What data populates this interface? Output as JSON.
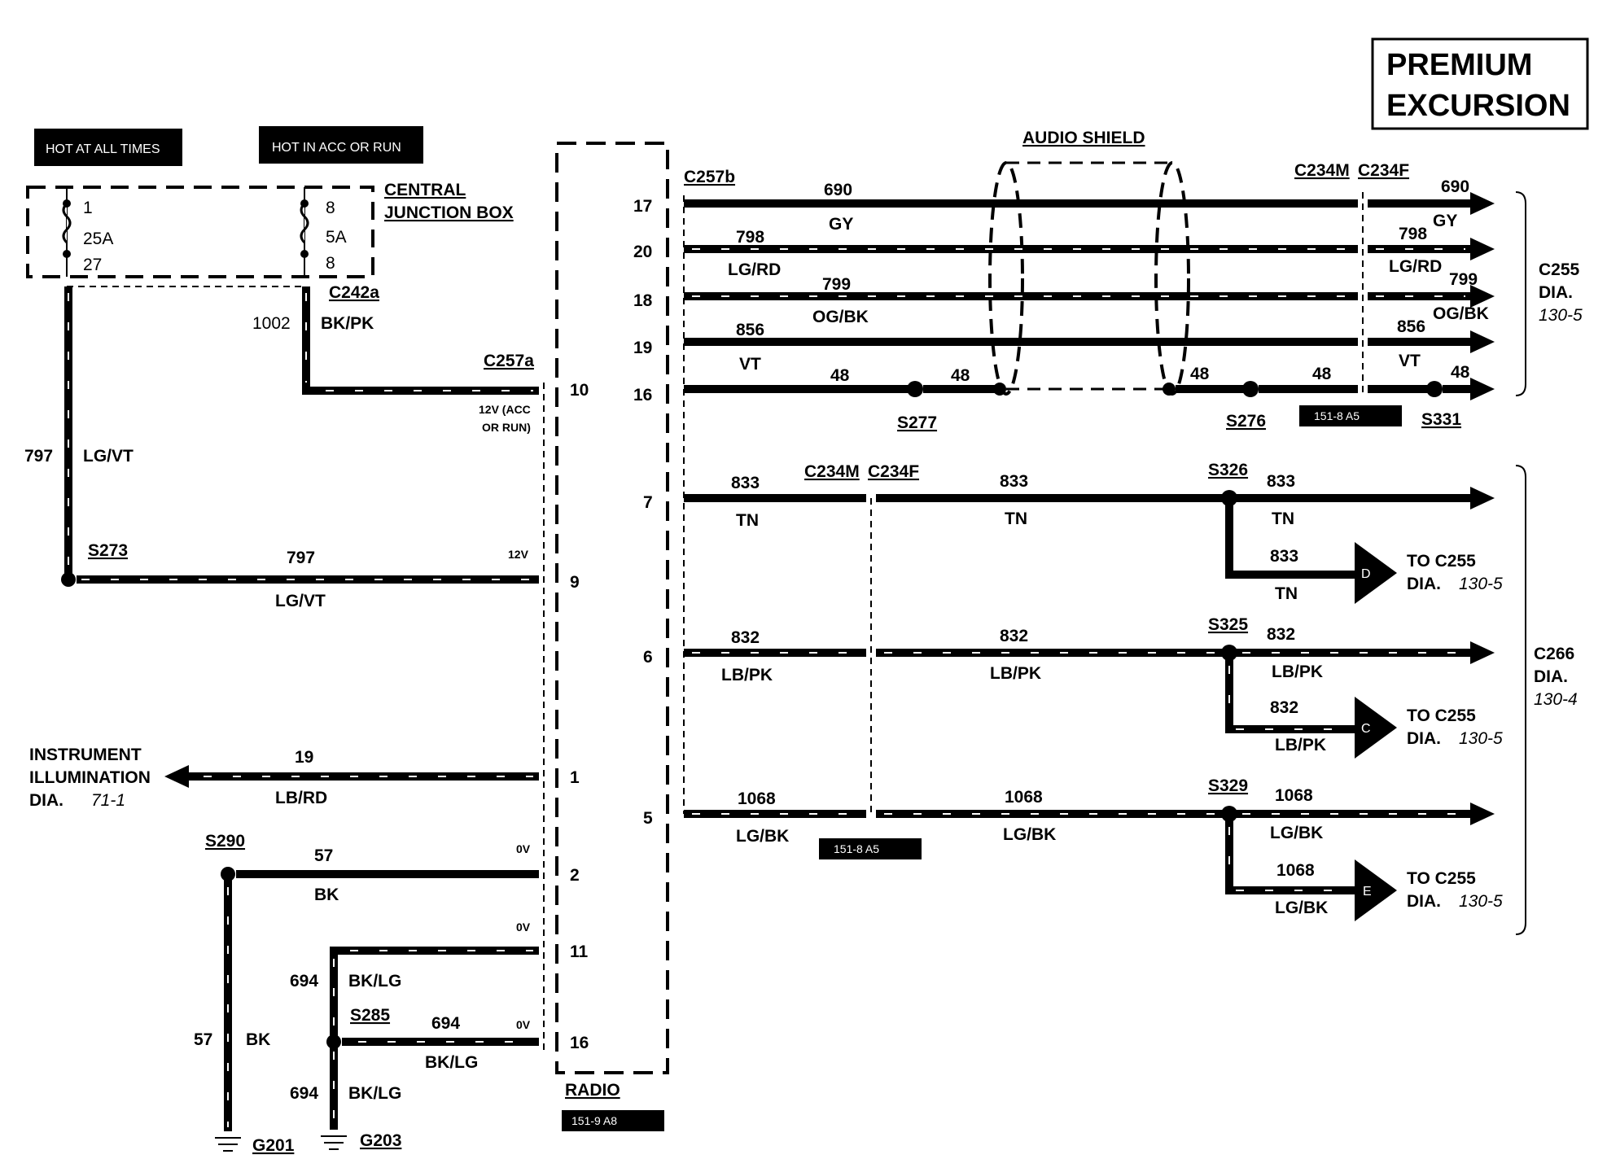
{
  "title": {
    "line1": "PREMIUM",
    "line2": "EXCURSION"
  },
  "power": {
    "hot_all_times": "HOT AT ALL TIMES",
    "hot_acc_run": "HOT IN ACC OR RUN"
  },
  "cjb": {
    "label1": "CENTRAL",
    "label2": "JUNCTION BOX",
    "fuse1": {
      "pin_top": "1",
      "rating": "25A",
      "pin_bottom": "27"
    },
    "fuse2": {
      "pin_top": "8",
      "rating": "5A",
      "pin_bottom": "8"
    }
  },
  "connectors": {
    "c242a": "C242a",
    "c257a": "C257a",
    "c257b": "C257b",
    "c234m": "C234M",
    "c234f": "C234F",
    "c234m_2": "C234M",
    "c234f_2": "C234F"
  },
  "left_wires": {
    "w1002": {
      "num": "1002",
      "color": "BK/PK"
    },
    "w797v": {
      "num": "797",
      "color": "LG/VT"
    },
    "w797h": {
      "num": "797",
      "color": "LG/VT"
    },
    "w19": {
      "num": "19",
      "color": "LB/RD"
    },
    "w57h": {
      "num": "57",
      "color": "BK"
    },
    "w57v": {
      "num": "57",
      "color": "BK"
    },
    "w694a": {
      "num": "694",
      "color": "BK/LG"
    },
    "w694b": {
      "num": "694",
      "color": "BK/LG"
    },
    "w694c": {
      "num": "694",
      "color": "BK/LG"
    }
  },
  "splices": {
    "s273": "S273",
    "s290": "S290",
    "s285": "S285",
    "s277": "S277",
    "s276": "S276",
    "s331": "S331",
    "s326": "S326",
    "s325": "S325",
    "s329": "S329"
  },
  "grounds": {
    "g201": "G201",
    "g203": "G203"
  },
  "voltages": {
    "acc_run_1": "12V (ACC",
    "acc_run_2": "OR RUN)",
    "v12": "12V",
    "v0a": "0V",
    "v0b": "0V",
    "v0c": "0V"
  },
  "radio": {
    "label": "RADIO",
    "ref": "151-9 A8",
    "left_pins": [
      "10",
      "9",
      "1",
      "2",
      "11",
      "16"
    ],
    "right_pins": [
      "17",
      "20",
      "18",
      "19",
      "16",
      "7",
      "6",
      "5"
    ]
  },
  "illumination": {
    "line1": "INSTRUMENT",
    "line2": "ILLUMINATION",
    "line3": "DIA.",
    "ref": "71-1"
  },
  "audio_shield": "AUDIO SHIELD",
  "right_wires": {
    "w690": {
      "num": "690",
      "color": "GY",
      "num_r": "690",
      "color_r": "GY"
    },
    "w798": {
      "num": "798",
      "color": "LG/RD",
      "num_r": "798",
      "color_r": "LG/RD"
    },
    "w799": {
      "num": "799",
      "color": "OG/BK",
      "num_r": "799",
      "color_r": "OG/BK"
    },
    "w856": {
      "num": "856",
      "color": "VT",
      "num_r": "856",
      "color_r": "VT"
    },
    "w48": {
      "n1": "48",
      "n2": "48",
      "n3": "48",
      "n4": "48",
      "n5": "48"
    },
    "w833": {
      "n1": "833",
      "c1": "TN",
      "n2": "833",
      "c2": "TN",
      "n3": "833",
      "c3": "TN",
      "n4": "833",
      "c4": "TN"
    },
    "w832": {
      "n1": "832",
      "c1": "LB/PK",
      "n2": "832",
      "c2": "LB/PK",
      "n3": "832",
      "c3": "LB/PK",
      "n4": "832",
      "c4": "LB/PK"
    },
    "w1068": {
      "n1": "1068",
      "c1": "LG/BK",
      "n2": "1068",
      "c2": "LG/BK",
      "n3": "1068",
      "c3": "LG/BK",
      "n4": "1068",
      "c4": "LG/BK"
    }
  },
  "refs": {
    "ref_a5_top": "151-8 A5",
    "ref_a5_bottom": "151-8 A5"
  },
  "destinations": {
    "c255": {
      "name": "C255",
      "dia": "DIA.",
      "ref": "130-5"
    },
    "c266": {
      "name": "C266",
      "dia": "DIA.",
      "ref": "130-4"
    },
    "to_d": {
      "letter": "D",
      "line1": "TO C255",
      "line2": "DIA.",
      "ref": "130-5"
    },
    "to_c": {
      "letter": "C",
      "line1": "TO C255",
      "line2": "DIA.",
      "ref": "130-5"
    },
    "to_e": {
      "letter": "E",
      "line1": "TO C255",
      "line2": "DIA.",
      "ref": "130-5"
    }
  }
}
